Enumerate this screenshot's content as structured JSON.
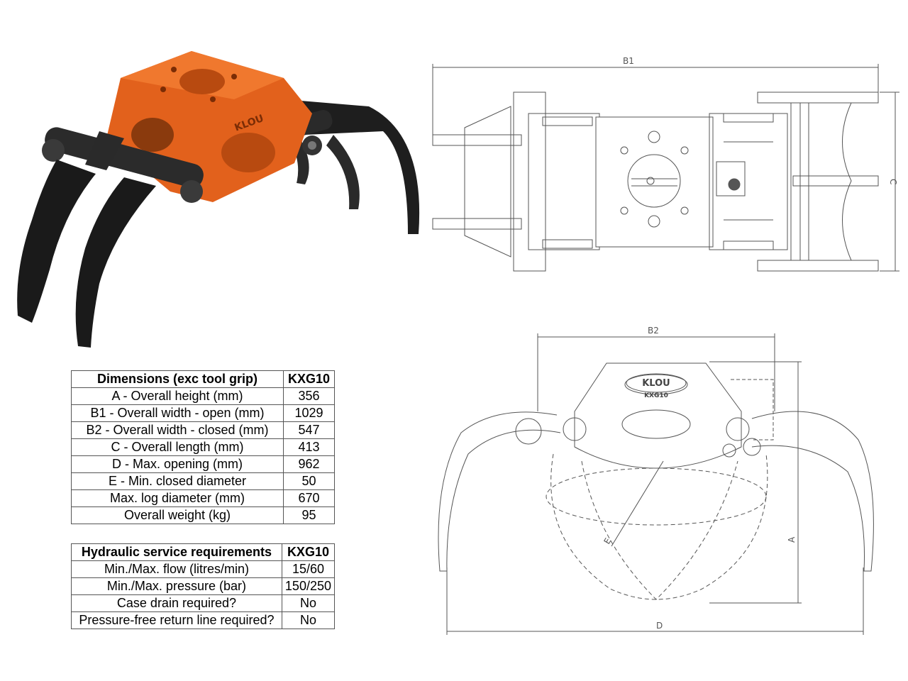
{
  "dimensions_table": {
    "header": [
      "Dimensions (exc tool grip)",
      "KXG10"
    ],
    "rows": [
      [
        "A - Overall height (mm)",
        "356"
      ],
      [
        "B1 - Overall width - open (mm)",
        "1029"
      ],
      [
        "B2 - Overall width - closed (mm)",
        "547"
      ],
      [
        "C - Overall length (mm)",
        "413"
      ],
      [
        "D - Max. opening (mm)",
        "962"
      ],
      [
        "E - Min. closed diameter",
        "50"
      ],
      [
        "Max. log diameter (mm)",
        "670"
      ],
      [
        "Overall weight (kg)",
        "95"
      ]
    ]
  },
  "hydraulic_table": {
    "header": [
      "Hydraulic service requirements",
      "KXG10"
    ],
    "rows": [
      [
        "Min./Max. flow (litres/min)",
        "15/60"
      ],
      [
        "Min./Max. pressure (bar)",
        "150/250"
      ],
      [
        "Case drain required?",
        "No"
      ],
      [
        "Pressure-free return line required?",
        "No"
      ]
    ]
  },
  "drawing_labels": {
    "b1": "B1",
    "b2": "B2",
    "c": "C",
    "a": "A",
    "d": "D",
    "e": "E",
    "brand": "KLOU",
    "model": "KXG10"
  },
  "colors": {
    "body_orange": "#e2611c",
    "tine_black": "#1e1e1e",
    "line": "#555555"
  }
}
